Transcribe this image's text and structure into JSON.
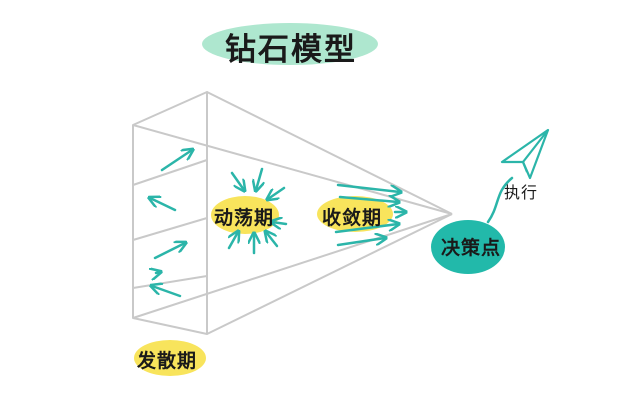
{
  "title": "钻石模型",
  "phases": {
    "divergent": "发散期",
    "turbulent": "动荡期",
    "convergent": "收敛期"
  },
  "decision_point": "决策点",
  "execute": "执行",
  "colors": {
    "title_highlight": "#aee7cf",
    "yellow_highlight": "#f8e45c",
    "arrow_teal": "#2bb5a9",
    "decision_fill": "#22b9aa",
    "outline_gray": "#c9c9c9",
    "text": "#1a1a1a"
  },
  "icons": [
    "paper-plane-icon"
  ]
}
